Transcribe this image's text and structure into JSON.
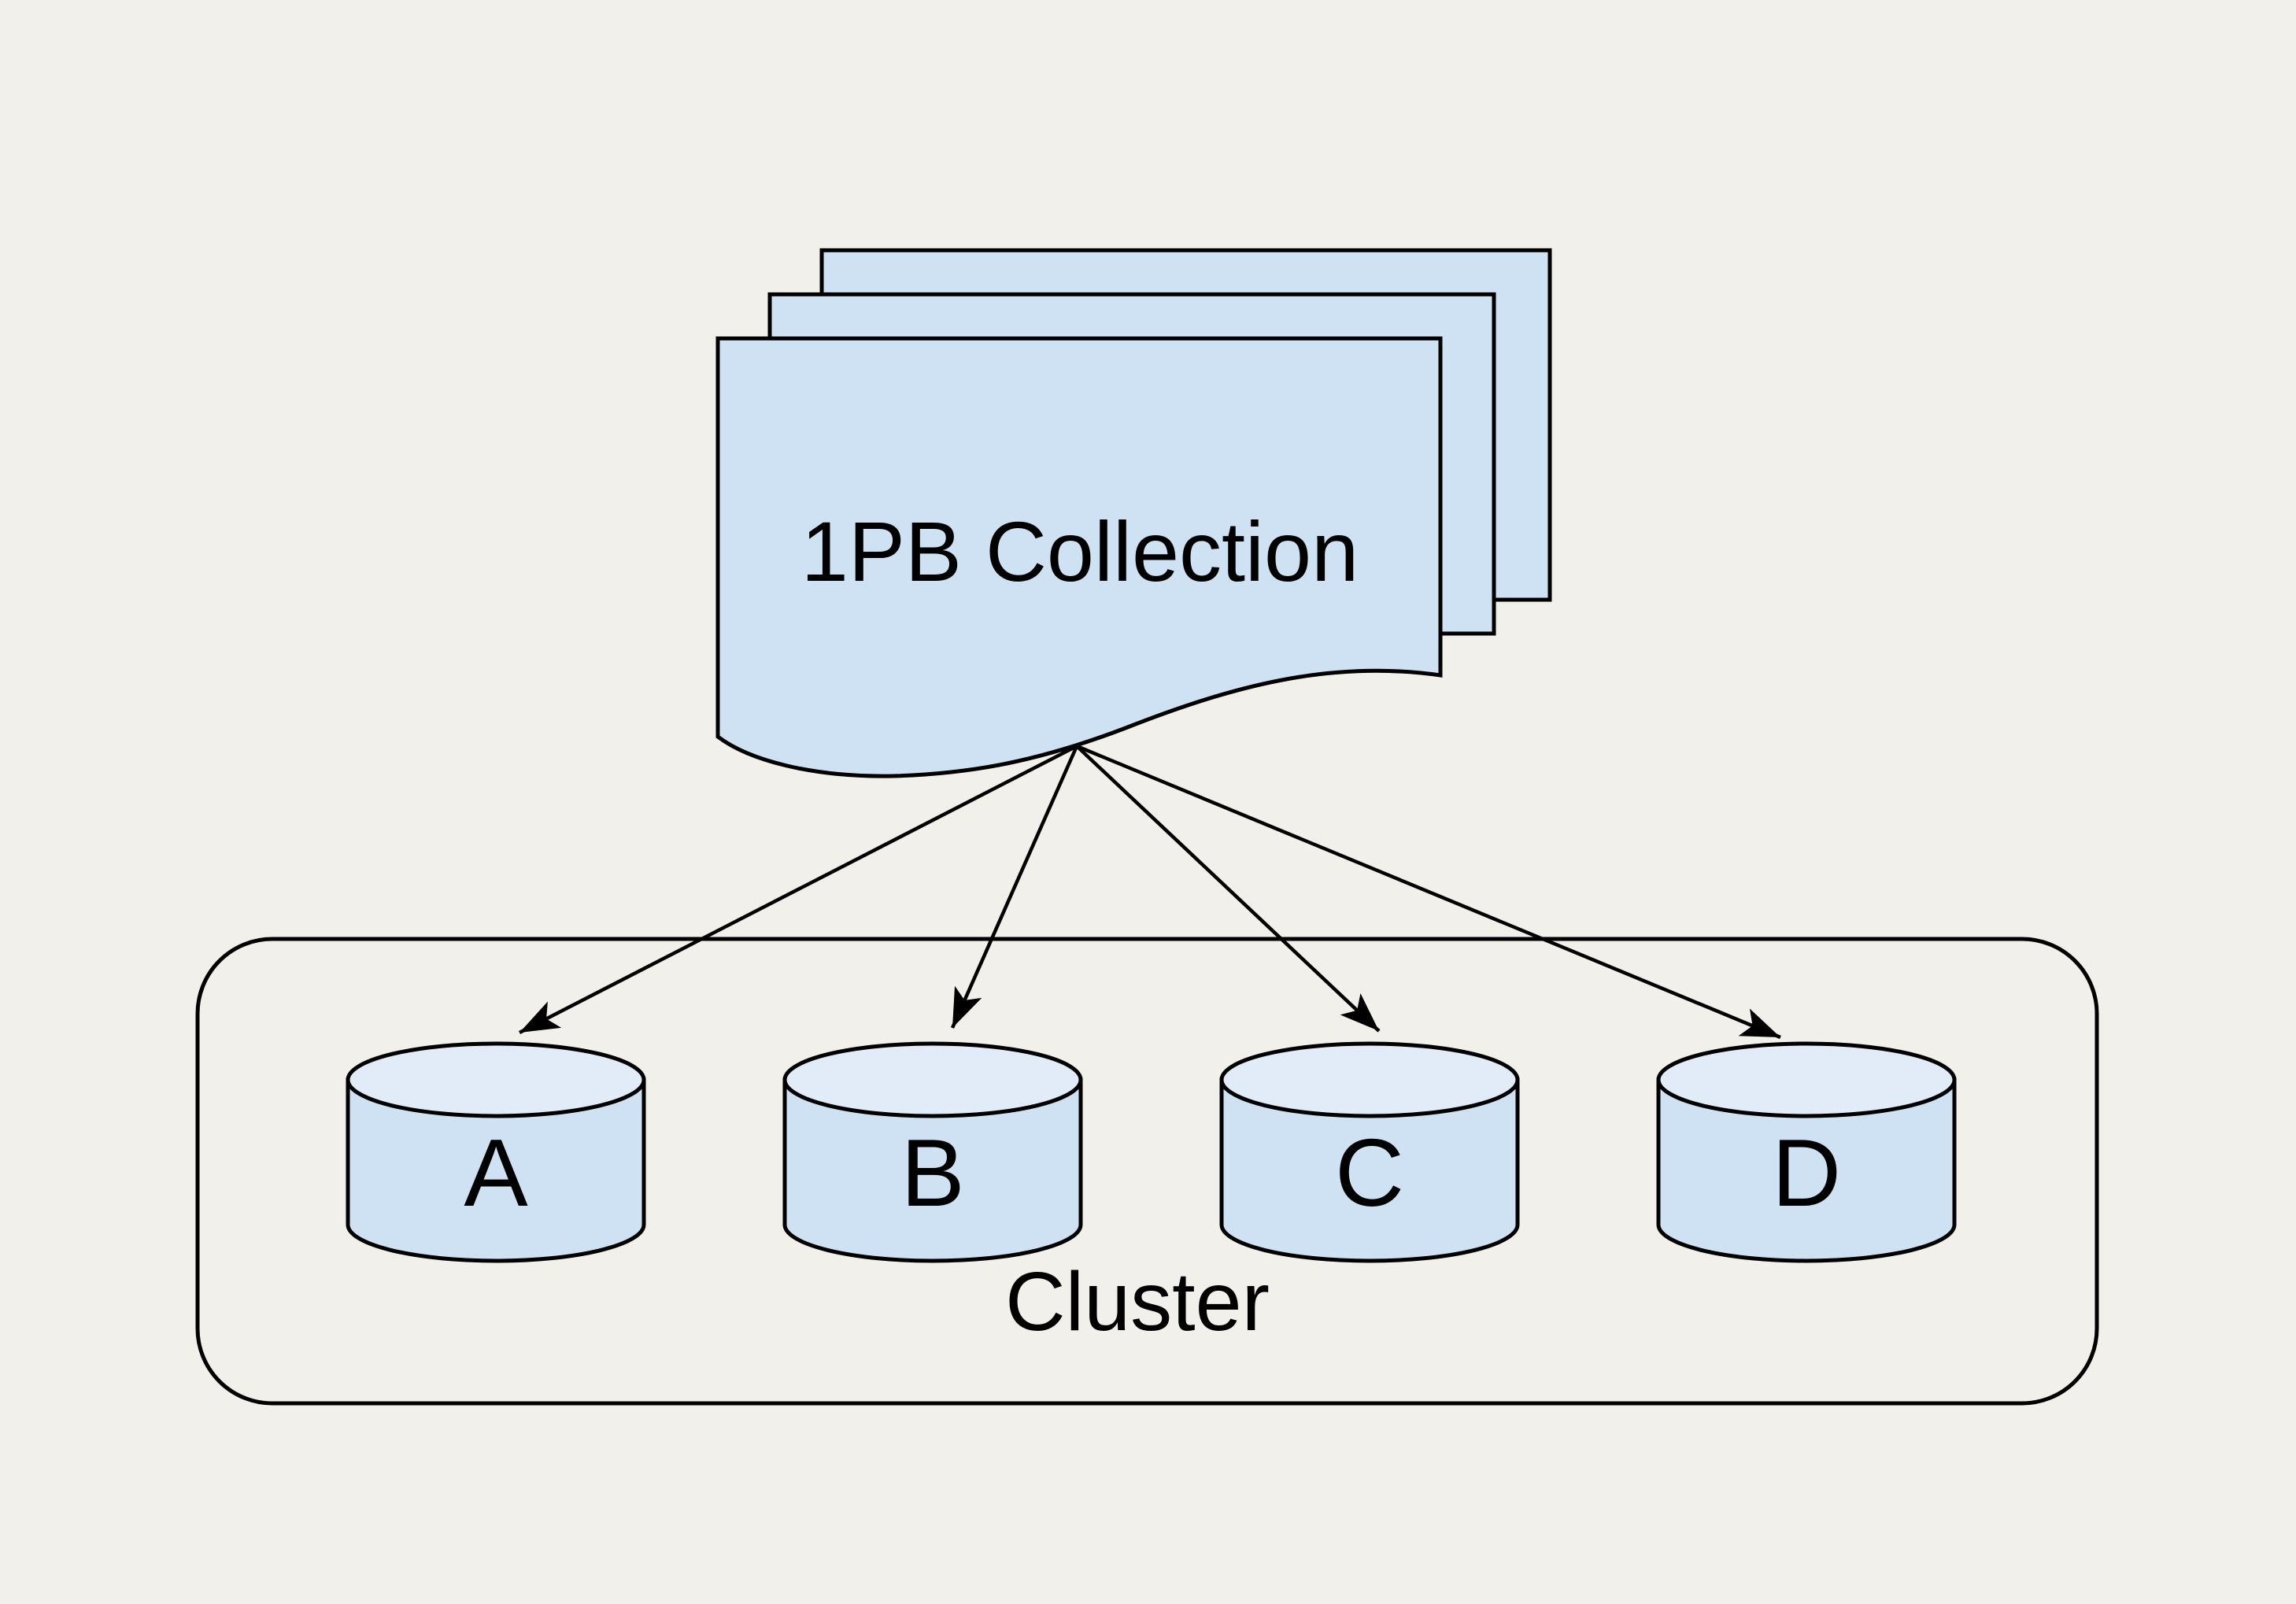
{
  "diagram": {
    "type": "architecture-diagram",
    "collection": {
      "label": "1PB Collection",
      "shape": "stacked-documents",
      "stack_count": 3
    },
    "cluster": {
      "label": "Cluster",
      "shape": "rounded-rectangle",
      "nodes": [
        {
          "label": "A",
          "shape": "database-cylinder"
        },
        {
          "label": "B",
          "shape": "database-cylinder"
        },
        {
          "label": "C",
          "shape": "database-cylinder"
        },
        {
          "label": "D",
          "shape": "database-cylinder"
        }
      ]
    },
    "edges": [
      {
        "from": "1PB Collection",
        "to": "A",
        "style": "arrow"
      },
      {
        "from": "1PB Collection",
        "to": "B",
        "style": "arrow"
      },
      {
        "from": "1PB Collection",
        "to": "C",
        "style": "arrow"
      },
      {
        "from": "1PB Collection",
        "to": "D",
        "style": "arrow"
      }
    ],
    "colors": {
      "background": "#f2f0ea",
      "node_fill": "#cfe2f3",
      "node_fill_light": "#e1ecf8",
      "stroke": "#000000"
    }
  }
}
